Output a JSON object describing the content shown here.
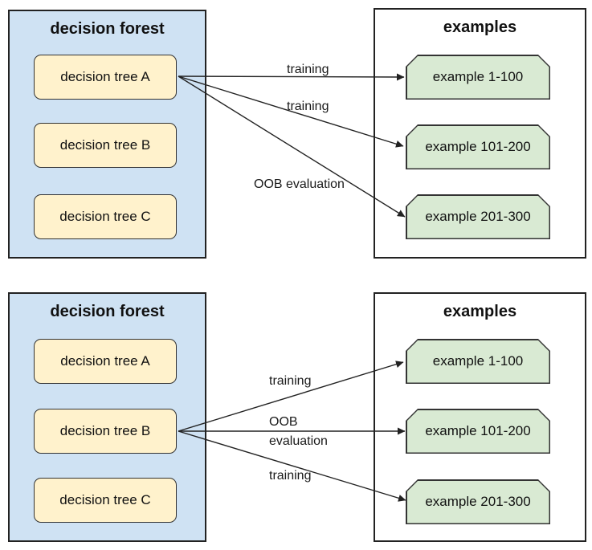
{
  "colors": {
    "forest_fill": "#cfe2f3",
    "tree_fill": "#fff2cc",
    "example_fill": "#d9ead3",
    "panel_bg": "#ffffff",
    "line": "#222222"
  },
  "diagrams": [
    {
      "id": "top",
      "forest": {
        "title": "decision forest",
        "trees": [
          {
            "label": "decision tree A"
          },
          {
            "label": "decision tree B"
          },
          {
            "label": "decision tree C"
          }
        ]
      },
      "examples": {
        "title": "examples",
        "items": [
          {
            "label": "example 1-100"
          },
          {
            "label": "example 101-200"
          },
          {
            "label": "example 201-300"
          }
        ]
      },
      "arrows": [
        {
          "label": "training",
          "from": "decision tree A",
          "to": "example 1-100"
        },
        {
          "label": "training",
          "from": "decision tree A",
          "to": "example 101-200"
        },
        {
          "label": "OOB evaluation",
          "from": "decision tree A",
          "to": "example 201-300"
        }
      ]
    },
    {
      "id": "bottom",
      "forest": {
        "title": "decision forest",
        "trees": [
          {
            "label": "decision tree A"
          },
          {
            "label": "decision tree B"
          },
          {
            "label": "decision tree C"
          }
        ]
      },
      "examples": {
        "title": "examples",
        "items": [
          {
            "label": "example 1-100"
          },
          {
            "label": "example 101-200"
          },
          {
            "label": "example 201-300"
          }
        ]
      },
      "arrows": [
        {
          "label": "training",
          "from": "decision tree B",
          "to": "example 1-100"
        },
        {
          "label": "OOB evaluation",
          "from": "decision tree B",
          "to": "example 101-200"
        },
        {
          "label": "training",
          "from": "decision tree B",
          "to": "example 201-300"
        }
      ]
    }
  ]
}
